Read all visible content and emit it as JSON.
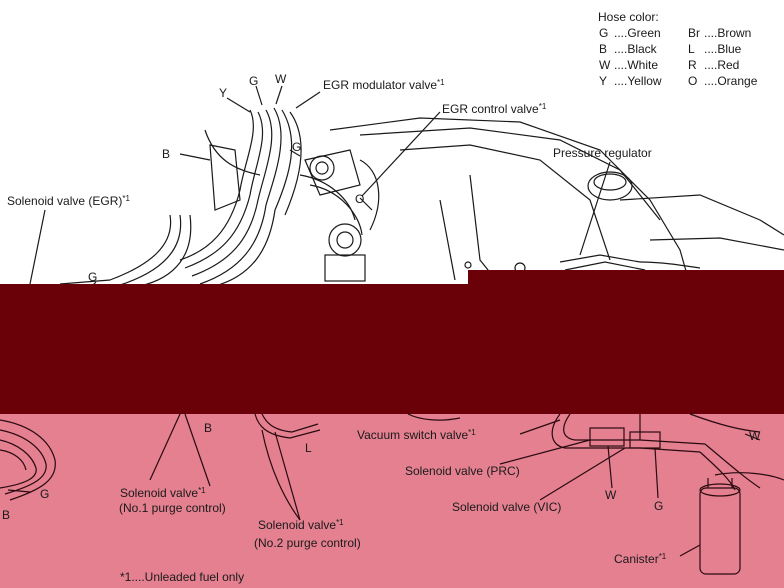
{
  "legend": {
    "title": "Hose color:",
    "items": [
      {
        "code": "G",
        "name": "....Green"
      },
      {
        "code": "Br",
        "name": "....Brown"
      },
      {
        "code": "B",
        "name": "....Black"
      },
      {
        "code": "L",
        "name": "....Blue"
      },
      {
        "code": "W",
        "name": "....White"
      },
      {
        "code": "R",
        "name": "....Red"
      },
      {
        "code": "Y",
        "name": "....Yellow"
      },
      {
        "code": "O",
        "name": "....Orange"
      }
    ]
  },
  "labels": {
    "egr_modulator": "EGR modulator valve",
    "egr_control": "EGR control valve",
    "pressure_regulator": "Pressure regulator",
    "solenoid_egr": "Solenoid valve (EGR)",
    "vacuum_switch": "Vacuum switch valve",
    "solenoid_prc": "Solenoid valve (PRC)",
    "solenoid_vic": "Solenoid valve (VIC)",
    "solenoid_no1_line1": "Solenoid valve",
    "solenoid_no1_line2": "(No.1 purge control)",
    "solenoid_no2_line1": "Solenoid valve",
    "solenoid_no2_line2": "(No.2 purge control)",
    "canister": "Canister",
    "footnote": "*1....Unleaded fuel only",
    "star": "*1"
  },
  "hose_tags": {
    "y": "Y",
    "g_top": "G",
    "w_top": "W",
    "b_left": "B",
    "g_mid": "G",
    "o_mid": "O",
    "g_left": "G",
    "b_lower": "B",
    "l_lower": "L",
    "g_bottom_left": "G",
    "b_bottom_left": "B",
    "w_right": "W",
    "w_bottom": "W",
    "g_bottom": "G"
  },
  "colors": {
    "band": "#6a0008",
    "pink": "#e48090",
    "ink": "#1a1a1a"
  }
}
